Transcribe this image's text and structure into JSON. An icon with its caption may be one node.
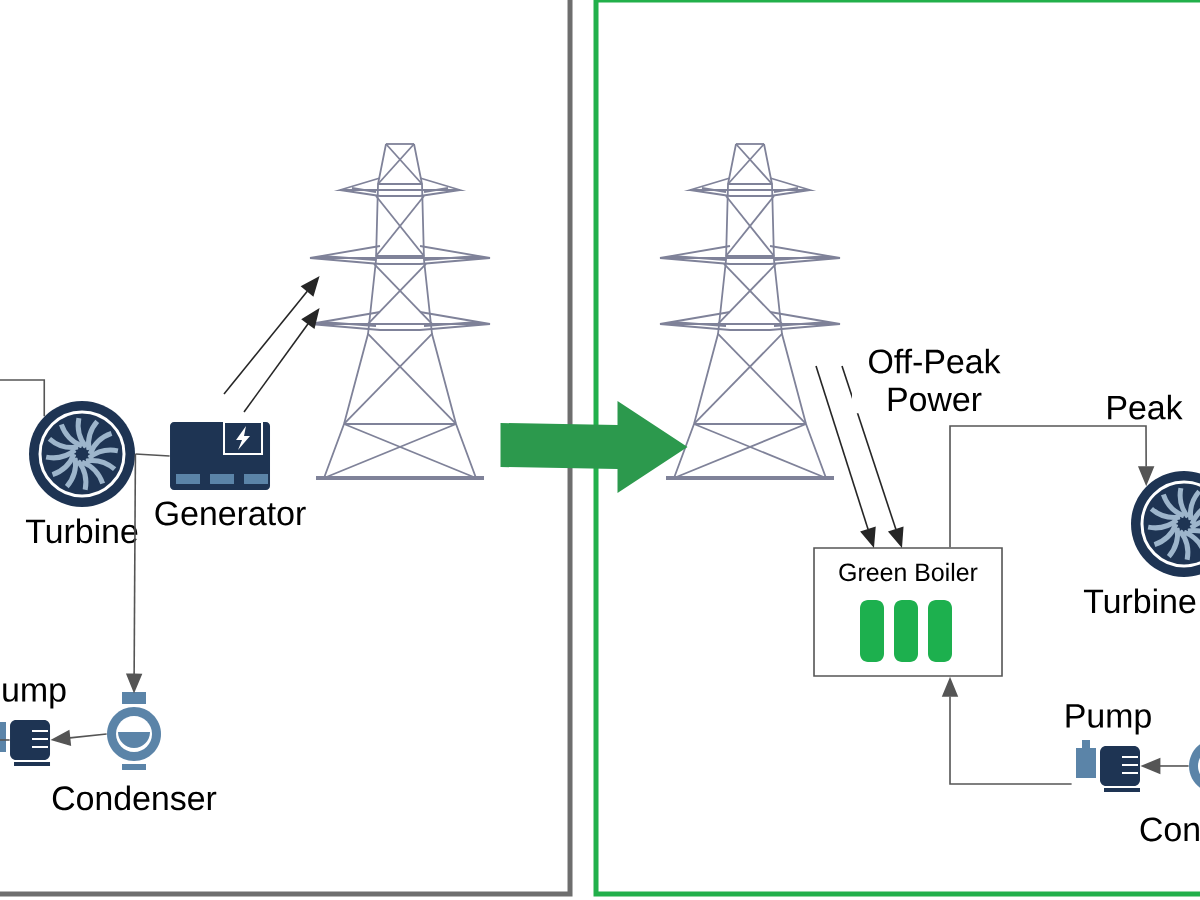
{
  "diagram": {
    "nodes": [
      {
        "text": [],
        "shape": "box"
      },
      {
        "text": [
          "Turbine"
        ],
        "in": 0
      },
      {
        "text": [
          "Generator"
        ],
        "in": 0
      },
      {
        "text": [],
        "shape": "picture",
        "in": 0
      },
      {
        "text": [
          "Condenser"
        ],
        "in": 0
      },
      {
        "text": [
          "ump"
        ],
        "in": 0
      },
      {
        "text": [],
        "shape": "box"
      },
      {
        "text": [],
        "shape": "picture",
        "in": 6
      },
      {
        "text": [
          "Green Boiler"
        ],
        "in": 6
      },
      {
        "text": [
          "Peak",
          "Turbine"
        ],
        "in": 6
      },
      {
        "text": [
          "Pump"
        ],
        "in": 6
      },
      {
        "text": [
          "Con"
        ],
        "in": 6
      }
    ],
    "edges": [
      {
        "from": null,
        "to": 1,
        "arrow": "none"
      },
      {
        "from": 1,
        "to": 2,
        "arrow": "none"
      },
      {
        "from": 1,
        "to": 4,
        "arrow": "to"
      },
      {
        "from": 4,
        "to": 5,
        "arrow": "to"
      },
      {
        "from": 5,
        "to": null,
        "arrow": "none"
      },
      {
        "from": 2,
        "to": 3,
        "arrow": "to"
      },
      {
        "from": 2,
        "to": 3,
        "arrow": "to"
      },
      {
        "from": 0,
        "to": 6,
        "arrow": "to",
        "style": "thick",
        "color": "#1fb04a"
      },
      {
        "from": 7,
        "to": 8,
        "arrow": "to"
      },
      {
        "from": 7,
        "to": 8,
        "arrow": "to",
        "label": "Off-Peak Power"
      },
      {
        "from": 8,
        "to": 9,
        "arrow": "to"
      },
      {
        "from": 10,
        "to": 8,
        "arrow": "to"
      },
      {
        "from": 11,
        "to": 10,
        "arrow": "to"
      }
    ]
  }
}
